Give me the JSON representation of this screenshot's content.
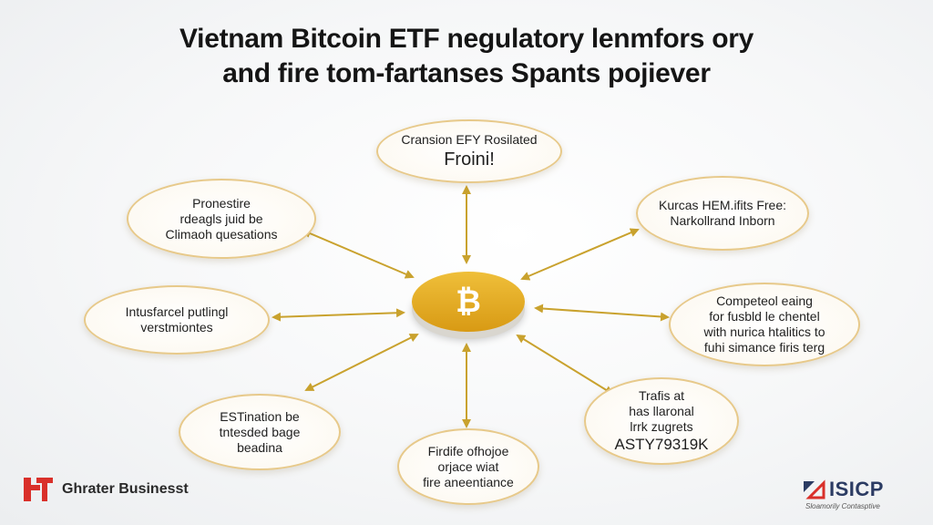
{
  "title": {
    "line1": "Vietnam Bitcoin ETF negulatory lenmfors ory",
    "line2": "and fire tom-fartanses Spants pojiever"
  },
  "center": {
    "icon": "bitcoin-icon",
    "glyph": "₿",
    "color": "#e0a623"
  },
  "nodes": {
    "top": {
      "line1": "Cransion EFY Rosilated",
      "line2": "Froini!"
    },
    "upper_left": {
      "line1": "Pronestire",
      "line2": "rdeagls juid be",
      "line3": "Climaoh quesations"
    },
    "upper_right": {
      "line1": "Kurcas HEM.ifits Free:",
      "line2": "Narkollrand Inborn"
    },
    "mid_left": {
      "line1": "Intusfarcel putlingl",
      "line2": "verstmiontes"
    },
    "mid_right": {
      "line1": "Competeol eaing",
      "line2": "for fusbld le chentel",
      "line3": "with nurica htalitics to",
      "line4": "fuhi simance firis terg"
    },
    "lower_left": {
      "line1": "ESTination be",
      "line2": "tntesded bage",
      "line3": "beadina"
    },
    "lower_right": {
      "line1": "Trafis at",
      "line2": "has llaronal",
      "line3": "lrrk zugrets",
      "line4": "ASTY79319K"
    },
    "bottom": {
      "line1": "Firdife ofhojoe",
      "line2": "orjace wiat",
      "line3": "fire aneentiance"
    }
  },
  "footer": {
    "left_brand": "Ghrater Businesst",
    "right_brand": "ISICP",
    "right_tagline": "Sloamorily Contasptive"
  },
  "colors": {
    "arrow": "#c9a22e",
    "node_border": "#e7c98a",
    "logo_red": "#d9302a",
    "logo_navy": "#2b3b63"
  }
}
